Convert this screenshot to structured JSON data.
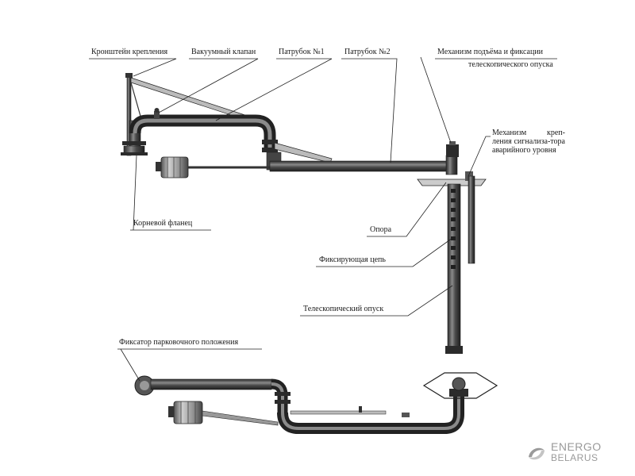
{
  "labels": {
    "bracket": "Кронштейн крепления",
    "vacuum_valve": "Вакуумный клапан",
    "pipe1": "Патрубок №1",
    "pipe2": "Патрубок №2",
    "lift_mechanism_line1": "Механизм подъёма и фиксации",
    "lift_mechanism_line2": "телескопического опуска",
    "alarm_mount": "Механизм креп-ления сигнализа-тора аварийного уровня",
    "root_flange": "Корневой фланец",
    "support": "Опора",
    "fixing_chain": "Фиксирующая цепь",
    "telescopic_pipe": "Телескопический опуск",
    "parking_lock": "Фиксатор парковочного положения"
  },
  "logo": {
    "line1": "ENERGO",
    "line2": "BELARUS",
    "icon": "swirl-logo-icon"
  },
  "colors": {
    "pipe": "#3a3a3a",
    "pipe_highlight": "#9a9a9a",
    "leader": "#222222",
    "logo": "#9a9a9a"
  }
}
